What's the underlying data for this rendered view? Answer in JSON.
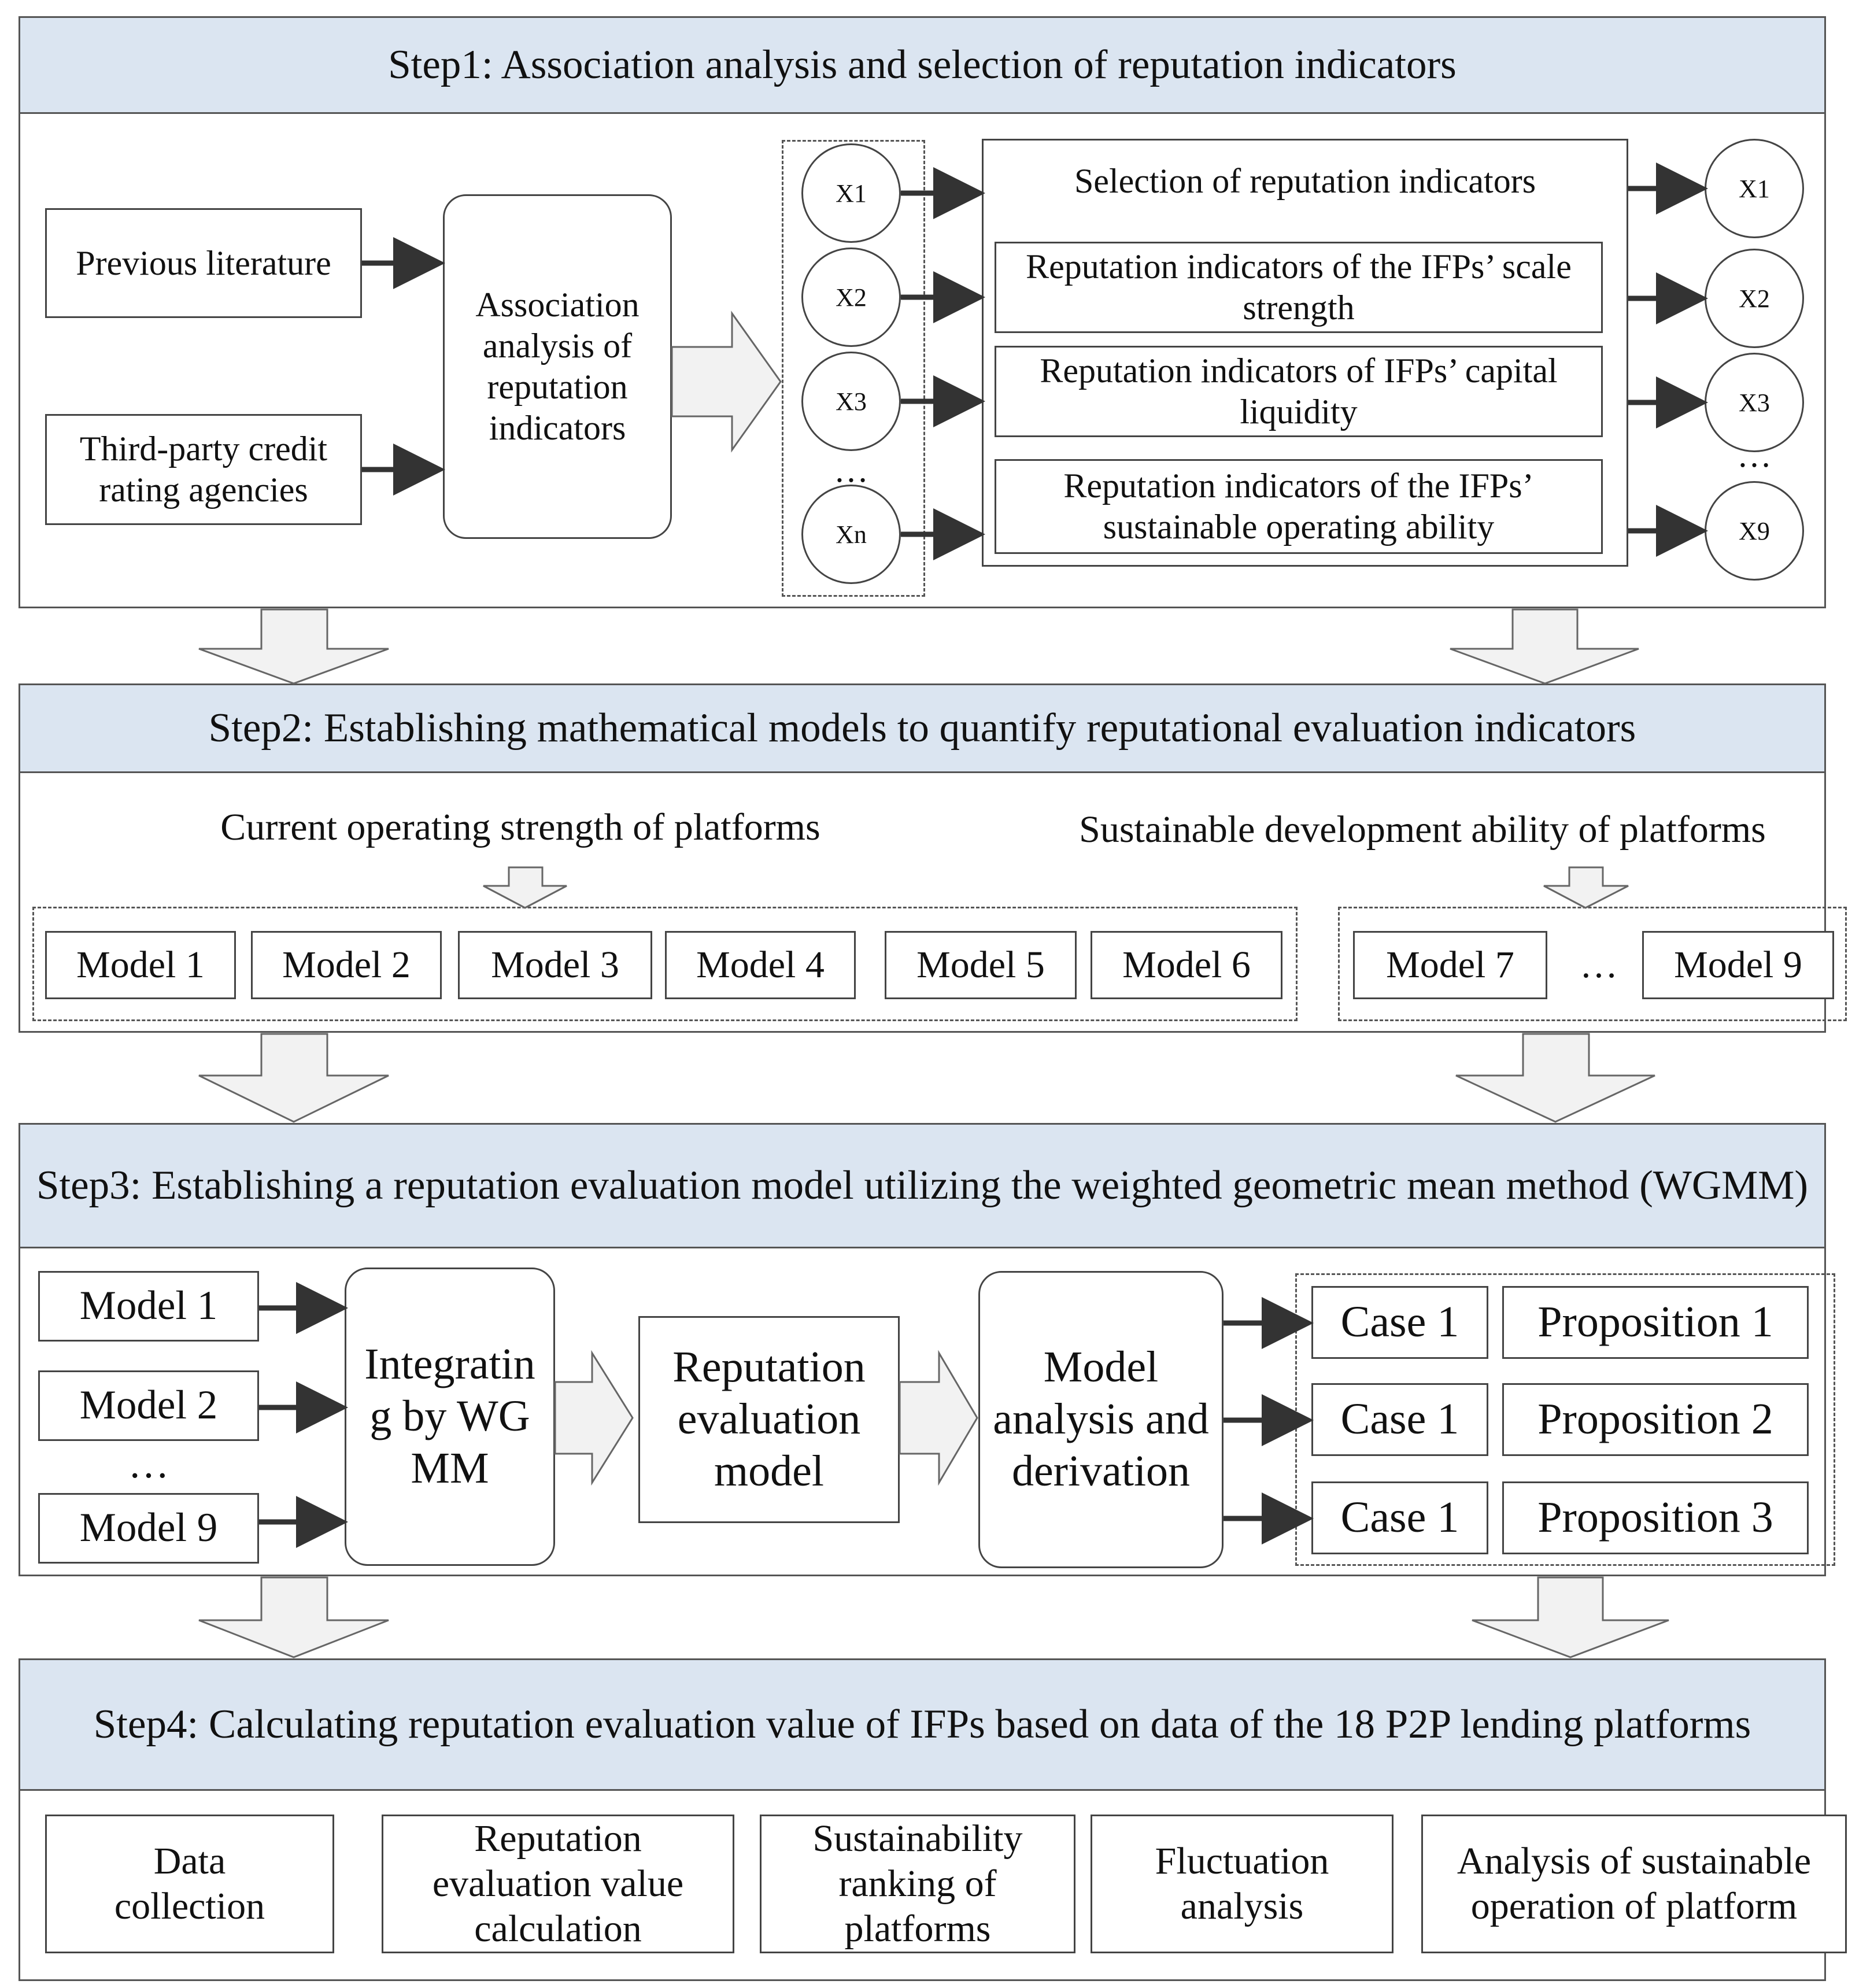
{
  "step1": {
    "title": "Step1: Association analysis and selection of reputation indicators",
    "previous_literature": "Previous literature",
    "third_party": "Third-party credit rating agencies",
    "association": "Association analysis of reputation indicators",
    "x_left": [
      "X1",
      "X2",
      "X3",
      "Xn"
    ],
    "ellipsis_left": "…",
    "selection_title": "Selection of reputation indicators",
    "indicators": [
      "Reputation indicators of the IFPs’ scale strength",
      "Reputation indicators of IFPs’ capital liquidity",
      "Reputation indicators of the IFPs’ sustainable operating ability"
    ],
    "x_right": [
      "X1",
      "X2",
      "X3",
      "X9"
    ],
    "ellipsis_right": "…"
  },
  "step2": {
    "title": "Step2: Establishing mathematical models to quantify reputational evaluation indicators",
    "left_label": "Current operating strength of platforms",
    "right_label": "Sustainable development ability of platforms",
    "models_left": [
      "Model 1",
      "Model 2",
      "Model 3",
      "Model 4",
      "Model 5",
      "Model 6"
    ],
    "model7": "Model 7",
    "ellipsis": "…",
    "model9": "Model 9"
  },
  "step3": {
    "title": "Step3:  Establishing a reputation evaluation model utilizing the weighted geometric mean method (WGMM)",
    "model1": "Model 1",
    "model2": "Model 2",
    "ellipsis": "…",
    "model9": "Model 9",
    "integrating": "Integrating by WGMM",
    "reputation_model": "Reputation evaluation model",
    "analysis": "Model analysis and derivation",
    "cases": [
      "Case 1",
      "Case 1",
      "Case 1"
    ],
    "propositions": [
      "Proposition 1",
      "Proposition 2",
      "Proposition 3"
    ]
  },
  "step4": {
    "title": "Step4: Calculating reputation evaluation value of IFPs based on data of the 18 P2P lending platforms",
    "boxes": [
      "Data collection",
      "Reputation evaluation value calculation",
      "Sustainability ranking of platforms",
      "Fluctuation analysis",
      "Analysis of sustainable operation of platform"
    ]
  }
}
